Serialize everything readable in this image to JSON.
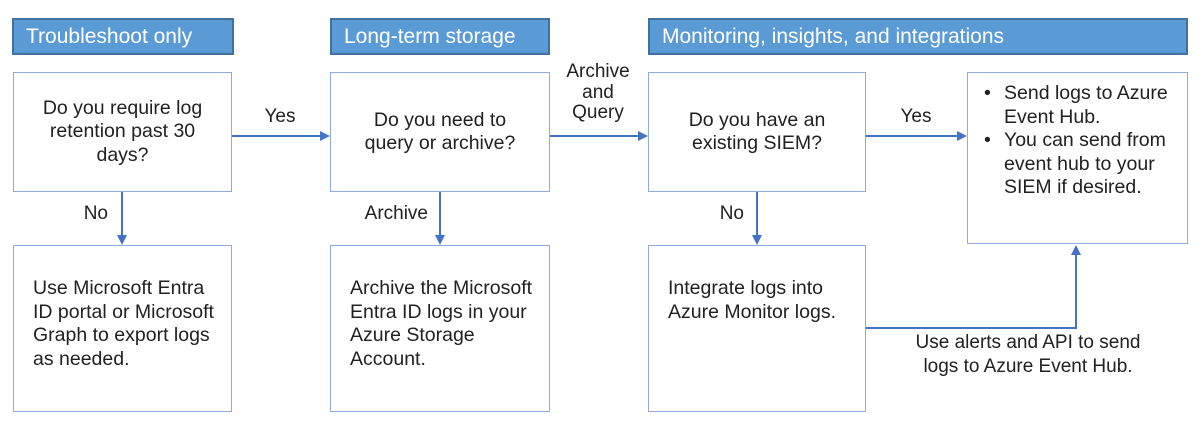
{
  "colors": {
    "header_fill": "#5B9BD5",
    "header_border": "#41719C",
    "box_border": "#8FAADC",
    "arrow": "#4472C4",
    "text": "#212121",
    "header_text": "#ffffff"
  },
  "sections": [
    {
      "label": "Troubleshoot only"
    },
    {
      "label": "Long-term storage"
    },
    {
      "label": "Monitoring, insights, and integrations"
    }
  ],
  "nodes": {
    "retention_question": "Do you require log retention past 30 days?",
    "export_outcome": "Use Microsoft Entra ID portal or Microsoft Graph to export logs as needed.",
    "query_archive_question": "Do you need to query or archive?",
    "archive_outcome": "Archive the Microsoft Entra ID logs in your Azure Storage Account.",
    "siem_question": "Do you have an existing SIEM?",
    "event_hub_outcome_bullets": [
      "Send logs to Azure Event Hub.",
      "You can send from event hub to your SIEM if desired."
    ],
    "monitor_outcome": "Integrate logs into Azure Monitor logs."
  },
  "edge_labels": {
    "retention_yes": "Yes",
    "retention_no": "No",
    "archive_and_query": [
      "Archive",
      "and",
      "Query"
    ],
    "archive": "Archive",
    "siem_yes": "Yes",
    "siem_no": "No",
    "alerts_api": "Use alerts and API to send logs to Azure Event Hub."
  }
}
